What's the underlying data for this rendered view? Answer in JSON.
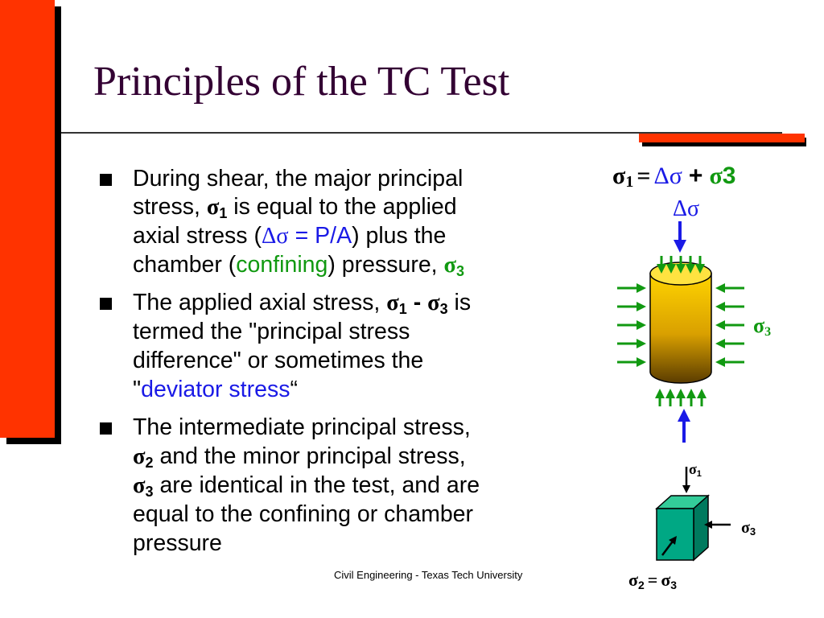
{
  "title": "Principles of the TC Test",
  "bullets": [
    {
      "lines": [
        [
          "During shear, the major principal"
        ],
        [
          "stress, ",
          "σ",
          "1",
          " is equal to the applied"
        ],
        [
          "axial stress (",
          "Δσ",
          " = P/A",
          ") plus the"
        ],
        [
          "chamber (",
          "confining",
          ") pressure, ",
          "σ",
          "3"
        ]
      ]
    },
    {
      "lines": [
        [
          "The applied axial stress, ",
          "σ",
          "1",
          " - ",
          "σ",
          "3",
          " is"
        ],
        [
          "termed the \"principal stress"
        ],
        [
          "difference\" or sometimes the"
        ],
        [
          "\"",
          "deviator stress",
          "“"
        ]
      ]
    },
    {
      "lines": [
        [
          "The intermediate principal stress,"
        ],
        [
          "σ",
          "2",
          " and the minor principal stress,"
        ],
        [
          "σ",
          "3",
          " are identical in the test, and are"
        ],
        [
          "equal to the confining or chamber"
        ],
        [
          "pressure"
        ]
      ]
    }
  ],
  "footer": "Civil Engineering - Texas Tech University",
  "diagram": {
    "equation": {
      "s1": "σ",
      "s1_sub": "1",
      "eq": "=",
      "delta": "Δσ",
      "plus": "+",
      "s3": "σ",
      "s3_num": "3"
    },
    "delta_label": "Δσ",
    "confining_label": {
      "sym": "σ",
      "sub": "3"
    },
    "cube_top": {
      "sym": "σ",
      "sub": "1"
    },
    "cube_right": {
      "sym": "σ",
      "sub": "3"
    },
    "cube_bottom": {
      "s2": "σ",
      "s2_sub": "2",
      "eq": "=",
      "s3": "σ",
      "s3_sub": "3"
    }
  },
  "colors": {
    "accent_red": "#ff3300",
    "title": "#330033",
    "blue": "#1a1ae6",
    "green": "#119911",
    "cylinder": "#e8b400",
    "cube": "#00a884"
  }
}
